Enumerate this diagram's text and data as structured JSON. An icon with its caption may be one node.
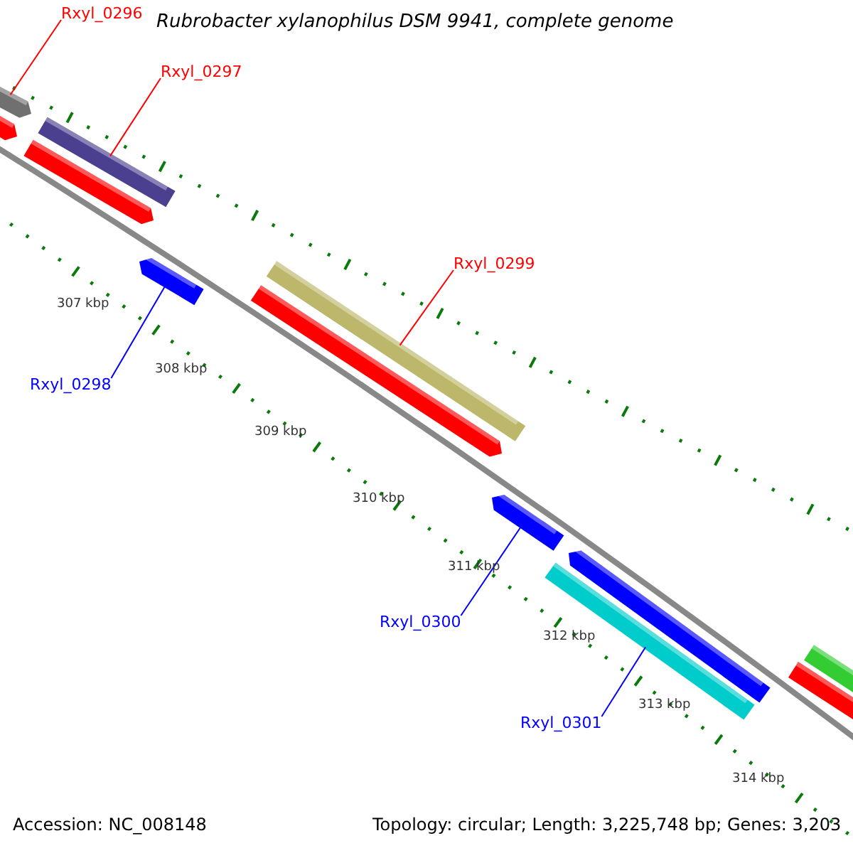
{
  "diagram": {
    "title": "Rubrobacter xylanophilus DSM 9941, complete genome",
    "nodes": [
      {
        "text": [
          "Rxyl_0296"
        ]
      },
      {
        "text": [],
        "shape": "bar"
      },
      {
        "text": [],
        "shape": "bar"
      },
      {
        "text": [
          "Rxyl_0297"
        ]
      },
      {
        "text": [],
        "shape": "bar"
      },
      {
        "text": [],
        "shape": "bar"
      },
      {
        "text": [
          "Rxyl_0298"
        ]
      },
      {
        "text": [],
        "shape": "bar"
      },
      {
        "text": [
          "Rxyl_0299"
        ]
      },
      {
        "text": [],
        "shape": "bar"
      },
      {
        "text": [],
        "shape": "bar"
      },
      {
        "text": [
          "Rxyl_0300"
        ]
      },
      {
        "text": [],
        "shape": "bar"
      },
      {
        "text": [],
        "shape": "bar"
      },
      {
        "text": [
          "Rxyl_0301"
        ]
      },
      {
        "text": [],
        "shape": "bar"
      },
      {
        "text": [],
        "shape": "bar"
      },
      {
        "text": [],
        "shape": "bar"
      }
    ],
    "edges": [
      {
        "from": 0,
        "to": 1,
        "arrow": "none",
        "color": "#ff0000"
      },
      {
        "from": 3,
        "to": 4,
        "arrow": "none",
        "color": "#ff0000"
      },
      {
        "from": 6,
        "to": 7,
        "arrow": "none",
        "color": "#0000ff"
      },
      {
        "from": 8,
        "to": 9,
        "arrow": "none",
        "color": "#ff0000"
      },
      {
        "from": 11,
        "to": 12,
        "arrow": "none",
        "color": "#0000ff"
      },
      {
        "from": 14,
        "to": 15,
        "arrow": "none",
        "color": "#0000ff"
      }
    ],
    "labels": [
      "307 kbp",
      "308 kbp",
      "309 kbp",
      "310 kbp",
      "311 kbp",
      "312 kbp",
      "313 kbp",
      "314 kbp",
      "Accession: NC_008148",
      "Topology: circular; Length: 3,225,748 bp; Genes: 3,203"
    ]
  }
}
